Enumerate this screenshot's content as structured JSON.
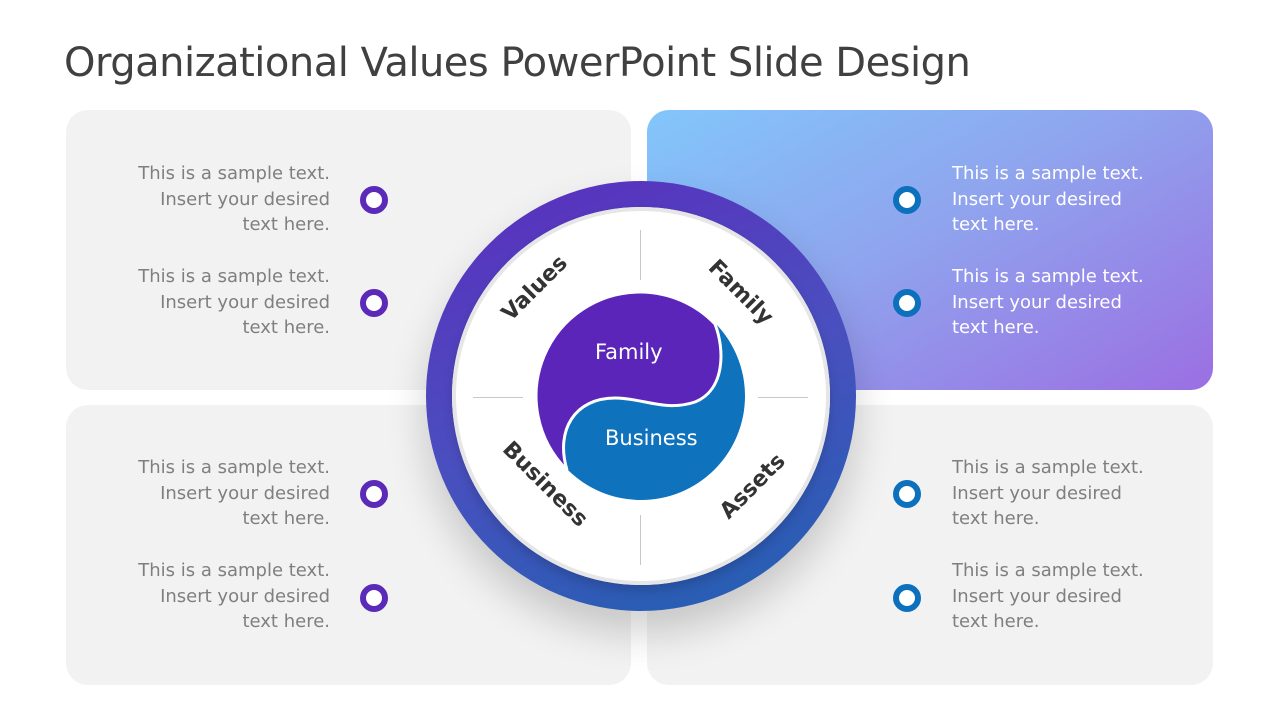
{
  "title": "Organizational Values PowerPoint Slide Design",
  "diagram": {
    "outer_labels": [
      "Values",
      "Family",
      "Business",
      "Assets"
    ],
    "center": {
      "top_label": "Family",
      "bottom_label": "Business",
      "top_color": "#5b25b9",
      "bottom_color": "#0f72bd"
    },
    "ring_colors": [
      "#5b2dbd",
      "#1f62b0"
    ]
  },
  "panels": {
    "top_left": {
      "items": [
        {
          "line1": "This is a sample text.",
          "line2": "Insert your desired",
          "line3": "text here."
        },
        {
          "line1": "This is a sample text.",
          "line2": "Insert your desired",
          "line3": "text here."
        }
      ],
      "dot_color": "#5b2ab8"
    },
    "top_right": {
      "items": [
        {
          "line1": "This is a sample text.",
          "line2": "Insert your desired",
          "line3": "text here."
        },
        {
          "line1": "This is a sample text.",
          "line2": "Insert your desired",
          "line3": "text here."
        }
      ],
      "dot_color": "#0c70bd"
    },
    "bottom_left": {
      "items": [
        {
          "line1": "This is a sample text.",
          "line2": "Insert your desired",
          "line3": "text here."
        },
        {
          "line1": "This is a sample text.",
          "line2": "Insert your desired",
          "line3": "text here."
        }
      ],
      "dot_color": "#5b2ab8"
    },
    "bottom_right": {
      "items": [
        {
          "line1": "This is a sample text.",
          "line2": "Insert your desired",
          "line3": "text here."
        },
        {
          "line1": "This is a sample text.",
          "line2": "Insert your desired",
          "line3": "text here."
        }
      ],
      "dot_color": "#0c70bd"
    }
  }
}
